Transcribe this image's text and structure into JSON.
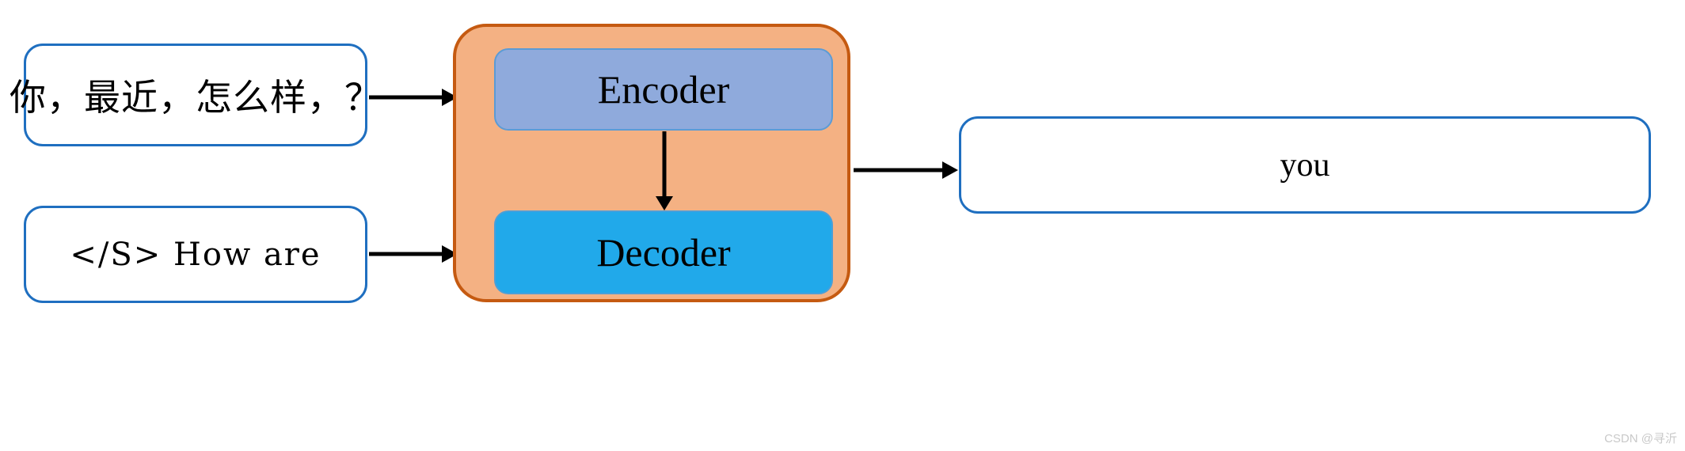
{
  "diagram": {
    "title": "Encoder-Decoder sequence-to-sequence diagram",
    "colors": {
      "io_box_border": "#1F6FC0",
      "io_box_fill": "#FFFFFF",
      "container_fill": "#F4B183",
      "container_border": "#C55A11",
      "encoder_fill": "#8FAADC",
      "encoder_border": "#5B9BD5",
      "decoder_fill": "#21A9EA",
      "decoder_border": "#4A9FD8",
      "arrow": "#000000",
      "watermark": "#C9C9C9",
      "canvas": "#FFFFFF"
    },
    "inputs": [
      {
        "id": "source-sentence",
        "text": "你，最近，怎么样，？"
      },
      {
        "id": "target-prefix",
        "text": "</S> How are"
      }
    ],
    "model": {
      "encoder_label": "Encoder",
      "decoder_label": "Decoder"
    },
    "output": {
      "id": "predicted-token",
      "text": "you"
    },
    "arrows": [
      {
        "id": "source-to-model",
        "from": "source-sentence",
        "to": "model-container"
      },
      {
        "id": "prefix-to-model",
        "from": "target-prefix",
        "to": "model-container"
      },
      {
        "id": "encoder-to-decoder",
        "from": "encoder",
        "to": "decoder"
      },
      {
        "id": "model-to-output",
        "from": "model-container",
        "to": "predicted-token"
      }
    ],
    "watermark": "CSDN @寻沂"
  }
}
